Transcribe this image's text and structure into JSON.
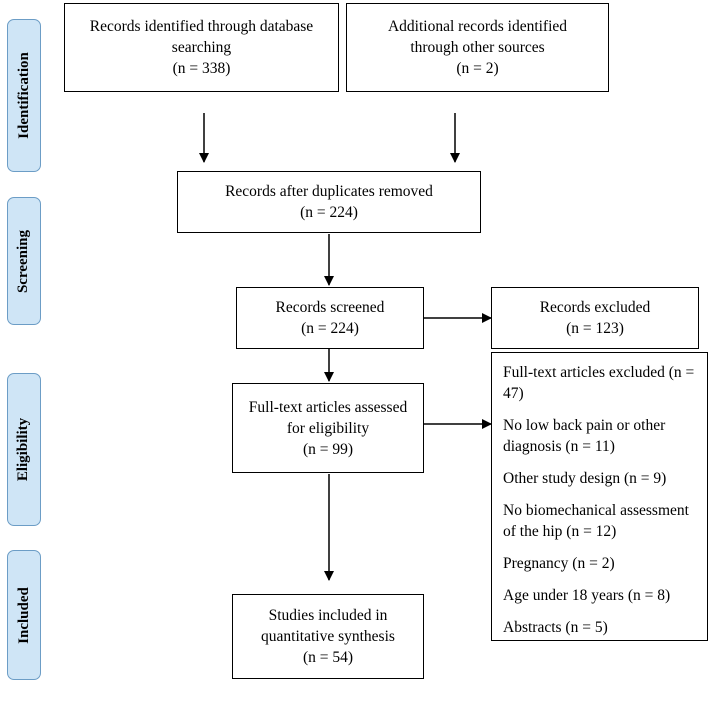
{
  "phases": {
    "identification": "Identification",
    "screening": "Screening",
    "eligibility": "Eligibility",
    "included": "Included"
  },
  "boxes": {
    "database": {
      "line1": "Records identified through database",
      "line2": "searching",
      "count": "(n = 338)"
    },
    "other_sources": {
      "line1": "Additional records identified",
      "line2": "through other sources",
      "count": "(n = 2)"
    },
    "duplicates_removed": {
      "line1": "Records after duplicates removed",
      "count": "(n = 224)"
    },
    "screened": {
      "line1": "Records screened",
      "count": "(n = 224)"
    },
    "excluded": {
      "line1": "Records excluded",
      "count": "(n = 123)"
    },
    "full_text": {
      "line1": "Full-text articles assessed",
      "line2": "for eligibility",
      "count": "(n = 99)"
    },
    "included": {
      "line1": "Studies included in",
      "line2": "quantitative synthesis",
      "count": "(n = 54)"
    }
  },
  "exclusions": {
    "title": "Full-text articles excluded (n = 47)",
    "reasons": [
      "No low back pain or other diagnosis (n = 11)",
      "Other study design (n = 9)",
      "No biomechanical assessment of the hip (n = 12)",
      "Pregnancy (n = 2)",
      "Age under 18 years (n = 8)",
      "Abstracts (n = 5)"
    ]
  }
}
